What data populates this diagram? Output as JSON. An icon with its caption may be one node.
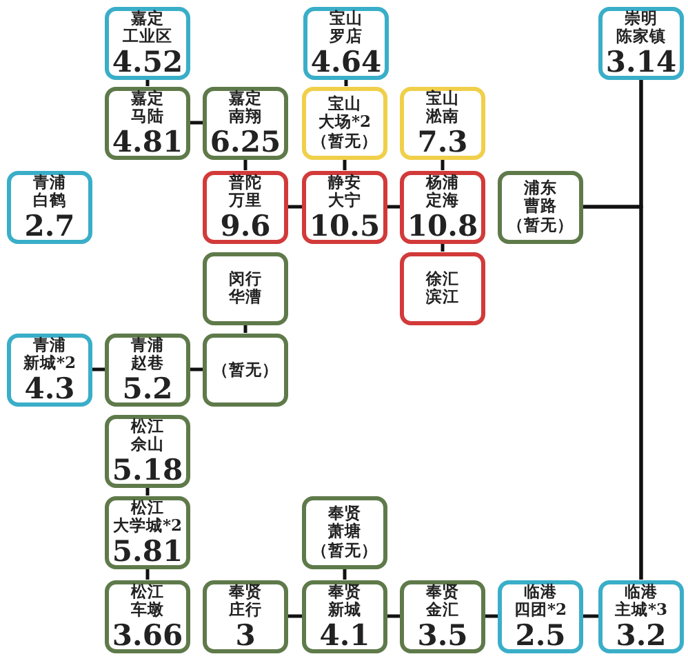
{
  "diagram": {
    "nodes": [
      {
        "text": [
          "嘉定",
          "工业区",
          "4.52"
        ]
      },
      {
        "text": [
          "宝山",
          "罗店",
          "4.64"
        ]
      },
      {
        "text": [
          "崇明",
          "陈家镇",
          "3.14"
        ]
      },
      {
        "text": [
          "嘉定",
          "马陆",
          "4.81"
        ]
      },
      {
        "text": [
          "嘉定",
          "南翔",
          "6.25"
        ]
      },
      {
        "text": [
          "宝山",
          "大场*2",
          "（暂无）"
        ]
      },
      {
        "text": [
          "宝山",
          "淞南",
          "7.3"
        ]
      },
      {
        "text": [
          "青浦",
          "白鹤",
          "2.7"
        ]
      },
      {
        "text": [
          "普陀",
          "万里",
          "9.6"
        ]
      },
      {
        "text": [
          "静安",
          "大宁",
          "10.5"
        ]
      },
      {
        "text": [
          "杨浦",
          "定海",
          "10.8"
        ]
      },
      {
        "text": [
          "浦东",
          "曹路",
          "（暂无）"
        ]
      },
      {
        "text": [
          "闵行",
          "华漕"
        ]
      },
      {
        "text": [
          "徐汇",
          "滨江"
        ]
      },
      {
        "text": [
          "青浦",
          "新城*2",
          "4.3"
        ]
      },
      {
        "text": [
          "青浦",
          "赵巷",
          "5.2"
        ]
      },
      {
        "text": [
          "（暂无）"
        ]
      },
      {
        "text": [
          "松江",
          "佘山",
          "5.18"
        ]
      },
      {
        "text": [
          "松江",
          "大学城*2",
          "5.81"
        ]
      },
      {
        "text": [
          "奉贤",
          "萧塘",
          "（暂无）"
        ]
      },
      {
        "text": [
          "松江",
          "车墩",
          "3.66"
        ]
      },
      {
        "text": [
          "奉贤",
          "庄行",
          "3"
        ]
      },
      {
        "text": [
          "奉贤",
          "新城",
          "4.1"
        ]
      },
      {
        "text": [
          "奉贤",
          "金汇",
          "3.5"
        ]
      },
      {
        "text": [
          "临港",
          "四团*2",
          "2.5"
        ]
      },
      {
        "text": [
          "临港",
          "主城*3",
          "3.2"
        ]
      }
    ],
    "edges": [
      {
        "from": 0,
        "to": 3,
        "arrow": "none"
      },
      {
        "from": 3,
        "to": 4,
        "arrow": "none"
      },
      {
        "from": 4,
        "to": 8,
        "arrow": "none"
      },
      {
        "from": 1,
        "to": 5,
        "arrow": "none"
      },
      {
        "from": 5,
        "to": 9,
        "arrow": "none"
      },
      {
        "from": 8,
        "to": 9,
        "arrow": "none"
      },
      {
        "from": 9,
        "to": 10,
        "arrow": "none"
      },
      {
        "from": 6,
        "to": 10,
        "arrow": "none"
      },
      {
        "from": 10,
        "to": 13,
        "arrow": "none"
      },
      {
        "from": 2,
        "to": 25,
        "arrow": "none"
      },
      {
        "from": 11,
        "to": 2,
        "arrow": "none"
      },
      {
        "from": 11,
        "to": 25,
        "arrow": "none"
      },
      {
        "from": 12,
        "to": 16,
        "arrow": "none"
      },
      {
        "from": 14,
        "to": 15,
        "arrow": "none"
      },
      {
        "from": 15,
        "to": 16,
        "arrow": "none"
      },
      {
        "from": 17,
        "to": 18,
        "arrow": "none"
      },
      {
        "from": 18,
        "to": 20,
        "arrow": "none"
      },
      {
        "from": 19,
        "to": 22,
        "arrow": "none"
      },
      {
        "from": 21,
        "to": 22,
        "arrow": "none"
      },
      {
        "from": 22,
        "to": 23,
        "arrow": "none"
      },
      {
        "from": 23,
        "to": 24,
        "arrow": "none"
      },
      {
        "from": 24,
        "to": 25,
        "arrow": "none"
      }
    ]
  }
}
